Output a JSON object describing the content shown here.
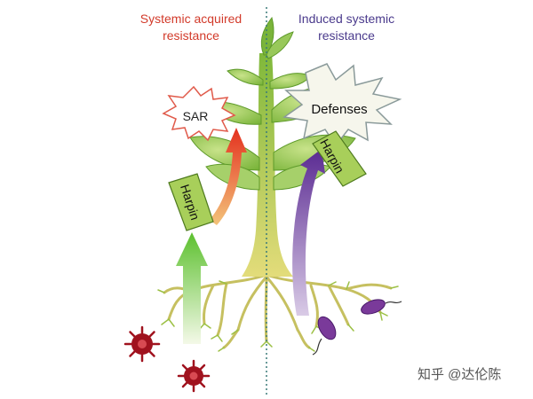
{
  "diagram": {
    "left_title": "Systemic acquired\nresistance",
    "right_title": "Induced systemic\nresistance",
    "left_burst_label": "SAR",
    "right_burst_label": "Defenses",
    "harpin_left": "Harpin",
    "harpin_right": "Harpin"
  },
  "watermark": "知乎 @达伦陈",
  "colors": {
    "left_title": "#d23a2a",
    "right_title": "#4a3a8c",
    "stem": "#b8c84a",
    "leaf": "#8cc04a",
    "leaf_dark": "#5e9a2a",
    "root": "#c9c46a",
    "arrow_green": "#6ac83a",
    "arrow_red": "#e8452a",
    "arrow_purple": "#6a3aa0",
    "virus": "#a0121e",
    "divider": "#3a7a78"
  },
  "icons": {
    "virus": "virus-icon",
    "bacterium": "bacterium-icon"
  }
}
